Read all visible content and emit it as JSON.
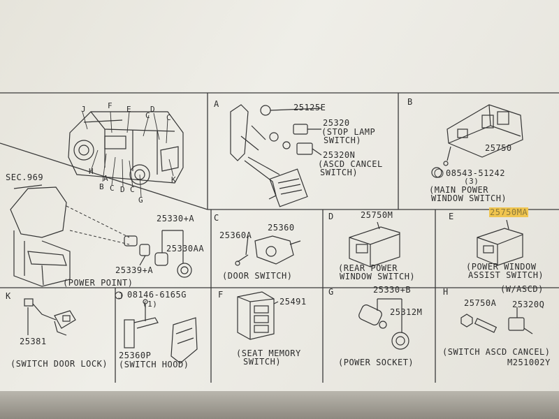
{
  "sections": {
    "overview": {
      "sec": "SEC.969",
      "letters": [
        "J",
        "F",
        "E",
        "D",
        "C",
        "C",
        "A",
        "B",
        "C",
        "D",
        "C",
        "G",
        "H",
        "K"
      ]
    },
    "main": {
      "part_25330A": "25330+A",
      "part_25330AA": "25330AA",
      "part_25339A": "25339+A",
      "caption": "(POWER POINT)"
    },
    "A": {
      "letter": "A",
      "p1": "25125E",
      "p2": "25320",
      "p2_desc": "(STOP LAMP",
      "p2_desc2": "SWITCH)",
      "p3": "25320N",
      "p3_desc": "(ASCD CANCEL",
      "p3_desc2": "SWITCH)"
    },
    "B": {
      "letter": "B",
      "p1": "25750",
      "bolt": "08543-51242",
      "qty": "(3)",
      "caption1": "(MAIN POWER",
      "caption2": "WINDOW SWITCH)"
    },
    "C": {
      "letter": "C",
      "p1": "25360A",
      "p2": "25360",
      "caption": "(DOOR SWITCH)"
    },
    "D": {
      "letter": "D",
      "p1": "25750M",
      "caption1": "(REAR POWER",
      "caption2": "WINDOW SWITCH)"
    },
    "E": {
      "letter": "E",
      "p1": "25750MA",
      "caption1": "(POWER WINDOW",
      "caption2": "ASSIST SWITCH)"
    },
    "K": {
      "letter": "K",
      "p1": "25381",
      "caption": "(SWITCH DOOR LOCK)"
    },
    "J": {
      "letter": "J",
      "bolt": "08146-6165G",
      "qty": "(1)",
      "p1": "25360P",
      "caption": "(SWITCH HOOD)"
    },
    "F": {
      "letter": "F",
      "p1": "25491",
      "caption1": "(SEAT MEMORY",
      "caption2": "SWITCH)"
    },
    "G": {
      "letter": "G",
      "p1": "25330+B",
      "p2": "25312M",
      "caption": "(POWER SOCKET)"
    },
    "H": {
      "letter": "H",
      "variant": "(W/ASCD)",
      "p1": "25750A",
      "p2": "25320Q",
      "caption": "(SWITCH ASCD CANCEL)",
      "code": "M251002Y"
    }
  }
}
